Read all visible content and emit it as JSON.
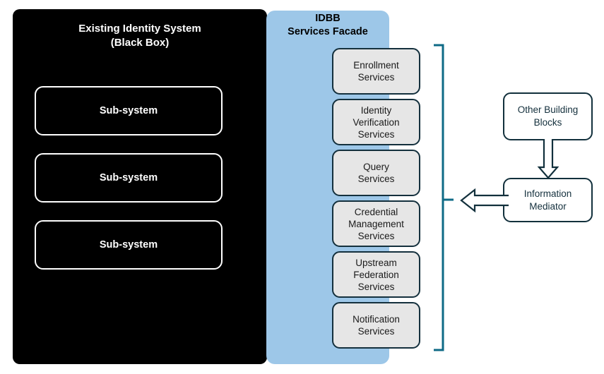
{
  "colors": {
    "black_box_bg": "#000000",
    "facade_bg": "#9DC7E8",
    "service_bg": "#E6E6E6",
    "border_navy": "#14303D",
    "bracket_teal": "#0E6A86",
    "white": "#FFFFFF"
  },
  "black_box": {
    "title": "Existing Identity System\n(Black Box)",
    "subsystems": [
      {
        "label": "Sub-system"
      },
      {
        "label": "Sub-system"
      },
      {
        "label": "Sub-system"
      }
    ]
  },
  "facade": {
    "title": "IDBB\nServices Facade",
    "services": [
      {
        "label": "Enrollment\nServices"
      },
      {
        "label": "Identity\nVerification\nServices"
      },
      {
        "label": "Query\nServices"
      },
      {
        "label": "Credential\nManagement\nServices"
      },
      {
        "label": "Upstream\nFederation\nServices"
      },
      {
        "label": "Notification\nServices"
      }
    ]
  },
  "right_side": {
    "other_building_blocks": "Other Building\nBlocks",
    "information_mediator": "Information\nMediator"
  }
}
